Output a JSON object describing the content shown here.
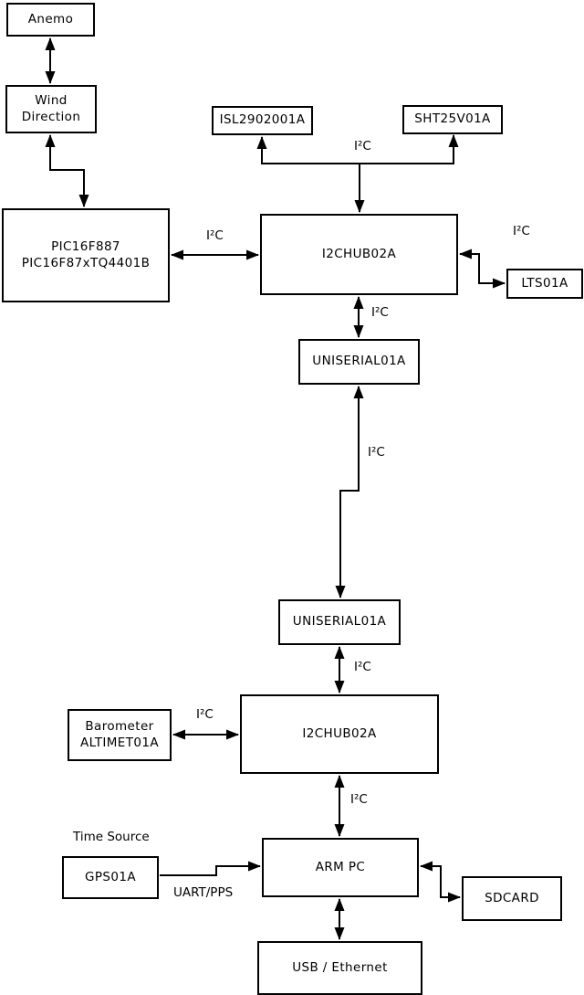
{
  "diagram": {
    "colors": {
      "background": "#ffffff",
      "line": "#000000",
      "box_fill": "#ffffff",
      "text": "#000000"
    },
    "nodes": {
      "anemo": {
        "label": "Anemo"
      },
      "wind_direction": {
        "lines": [
          "Wind",
          "Direction"
        ]
      },
      "pic": {
        "lines": [
          "PIC16F887",
          "PIC16F87xTQ4401B"
        ]
      },
      "isl": {
        "label": "ISL2902001A"
      },
      "sht": {
        "label": "SHT25V01A"
      },
      "hub1": {
        "label": "I2CHUB02A"
      },
      "lts": {
        "label": "LTS01A"
      },
      "uniserial1": {
        "label": "UNISERIAL01A"
      },
      "uniserial2": {
        "label": "UNISERIAL01A"
      },
      "hub2": {
        "label": "I2CHUB02A"
      },
      "barometer": {
        "lines": [
          "Barometer",
          "ALTIMET01A"
        ]
      },
      "arm_pc": {
        "label": "ARM PC"
      },
      "gps": {
        "label": "GPS01A"
      },
      "sdcard": {
        "label": "SDCARD"
      },
      "usb": {
        "label": "USB / Ethernet"
      }
    },
    "edge_labels": {
      "i2c_top_bus": "I²C",
      "i2c_pic_hub1": "I²C",
      "i2c_hub1_lts": "I²C",
      "i2c_hub1_uniserial1": "I²C",
      "i2c_long_link": "I²C",
      "i2c_uniserial2_hub2": "I²C",
      "i2c_barometer_hub2": "I²C",
      "i2c_hub2_armpc": "I²C",
      "time_source": "Time Source",
      "uart_pps": "UART/PPS"
    }
  }
}
